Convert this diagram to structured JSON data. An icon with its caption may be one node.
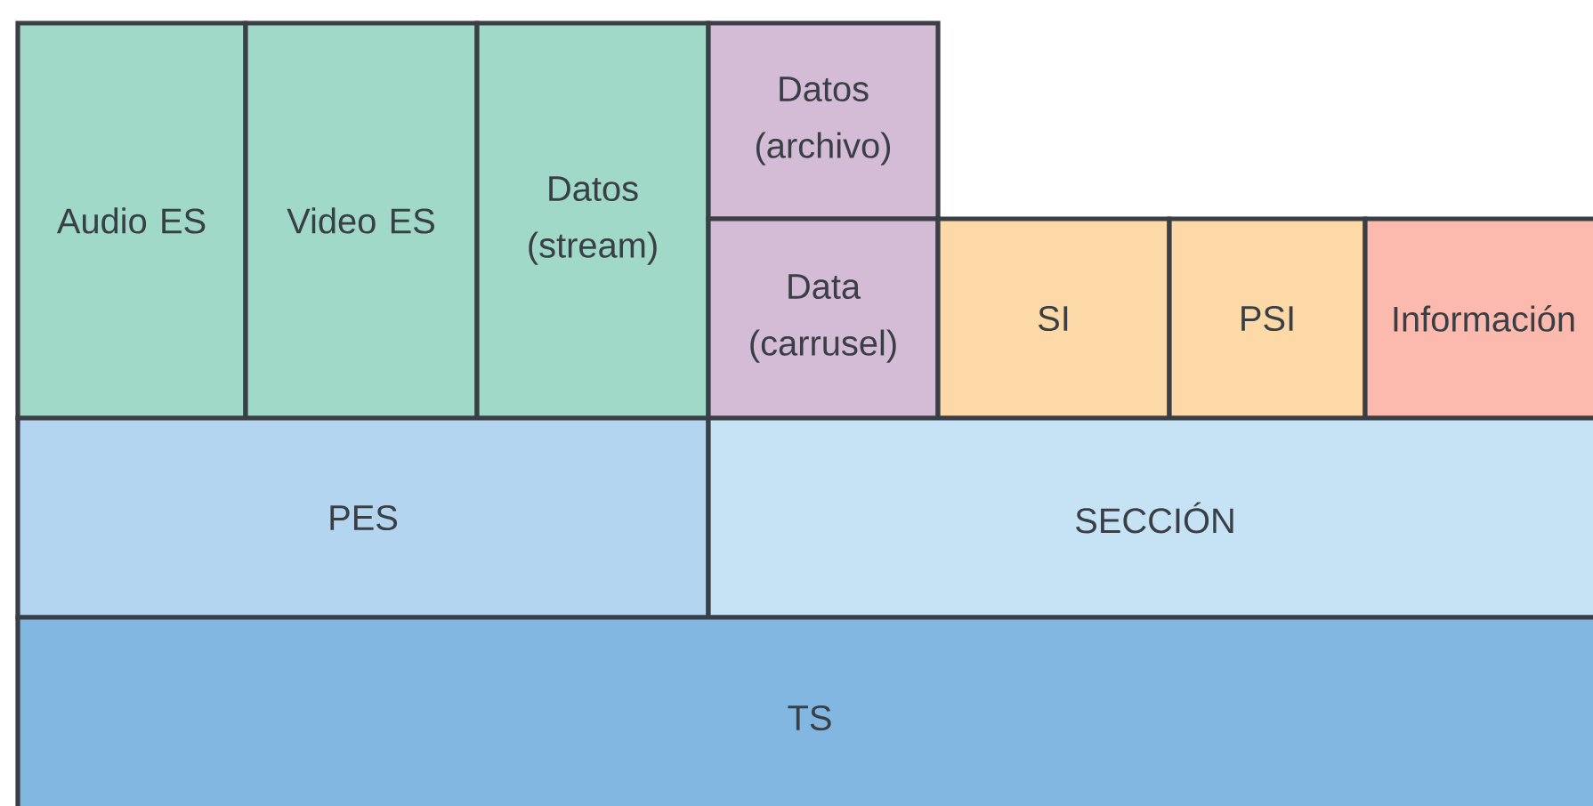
{
  "diagram": {
    "nodes": [
      {
        "text": [
          "Audio ES"
        ]
      },
      {
        "text": [
          "Video ES"
        ]
      },
      {
        "text": [
          "Datos (stream)"
        ]
      },
      {
        "text": [
          "Datos (archivo)"
        ]
      },
      {
        "text": [
          "Data (carrusel)"
        ]
      },
      {
        "text": [
          "SI"
        ]
      },
      {
        "text": [
          "PSI"
        ]
      },
      {
        "text": [
          "Información"
        ]
      },
      {
        "text": [
          "PES"
        ]
      },
      {
        "text": [
          "SECCIÓN"
        ]
      },
      {
        "text": [
          "TS"
        ]
      }
    ]
  }
}
